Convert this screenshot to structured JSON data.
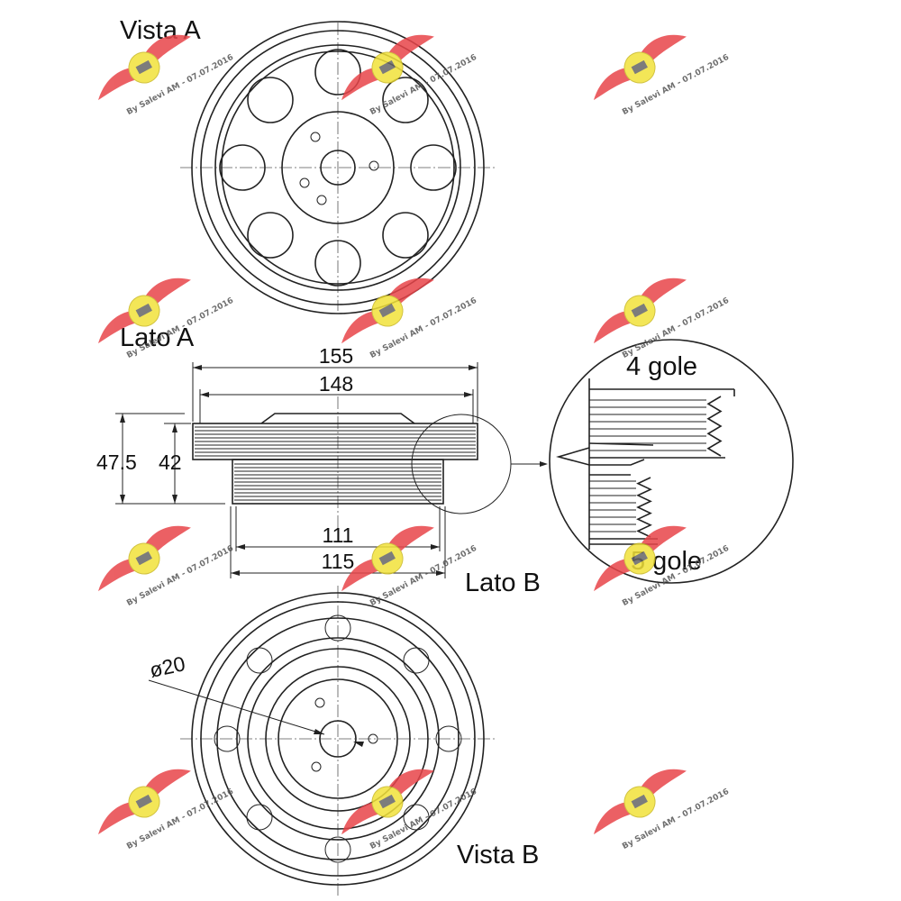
{
  "views": {
    "view_a": "Vista A",
    "side_a": "Lato A",
    "side_b": "Lato B",
    "view_b": "Vista B"
  },
  "dimensions": {
    "outer_diameter": "155",
    "groove_diameter_a": "148",
    "hub_diameter_inner": "111",
    "hub_diameter_outer": "115",
    "total_width": "47.5",
    "belt_width": "42",
    "bore": "ø20"
  },
  "detail": {
    "grooves_a": "4 gole",
    "grooves_b": "5 gole"
  },
  "watermark": {
    "text": "By Salevi AM - 07.07.2016",
    "colors": {
      "wing": "#e8454a",
      "disc": "#f2e23a"
    }
  }
}
